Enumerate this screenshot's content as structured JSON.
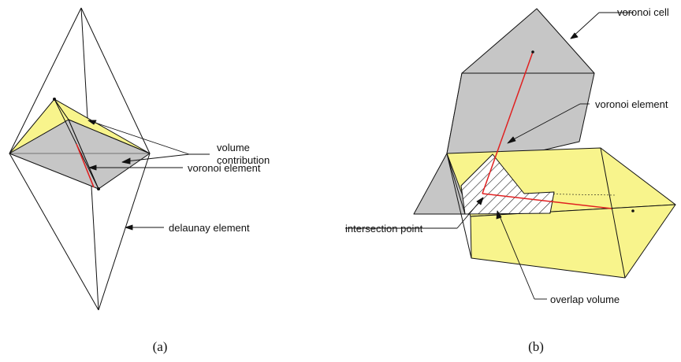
{
  "figure": {
    "colors": {
      "outline": "#111111",
      "gray_face": "#c6c6c6",
      "yellow_face": "#f8f48c",
      "red_line": "#e02020",
      "background": "#ffffff"
    },
    "panel_a": {
      "caption": "(a)",
      "labels": {
        "volume_contribution_line1": "volume",
        "volume_contribution_line2": "contribution",
        "voronoi_element": "voronoi element",
        "delaunay_element": "delaunay element"
      }
    },
    "panel_b": {
      "caption": "(b)",
      "labels": {
        "voronoi_cell": "voronoi cell",
        "voronoi_element": "voronoi element",
        "intersection_point": "intersection point",
        "overlap_volume": "overlap volume"
      }
    }
  }
}
